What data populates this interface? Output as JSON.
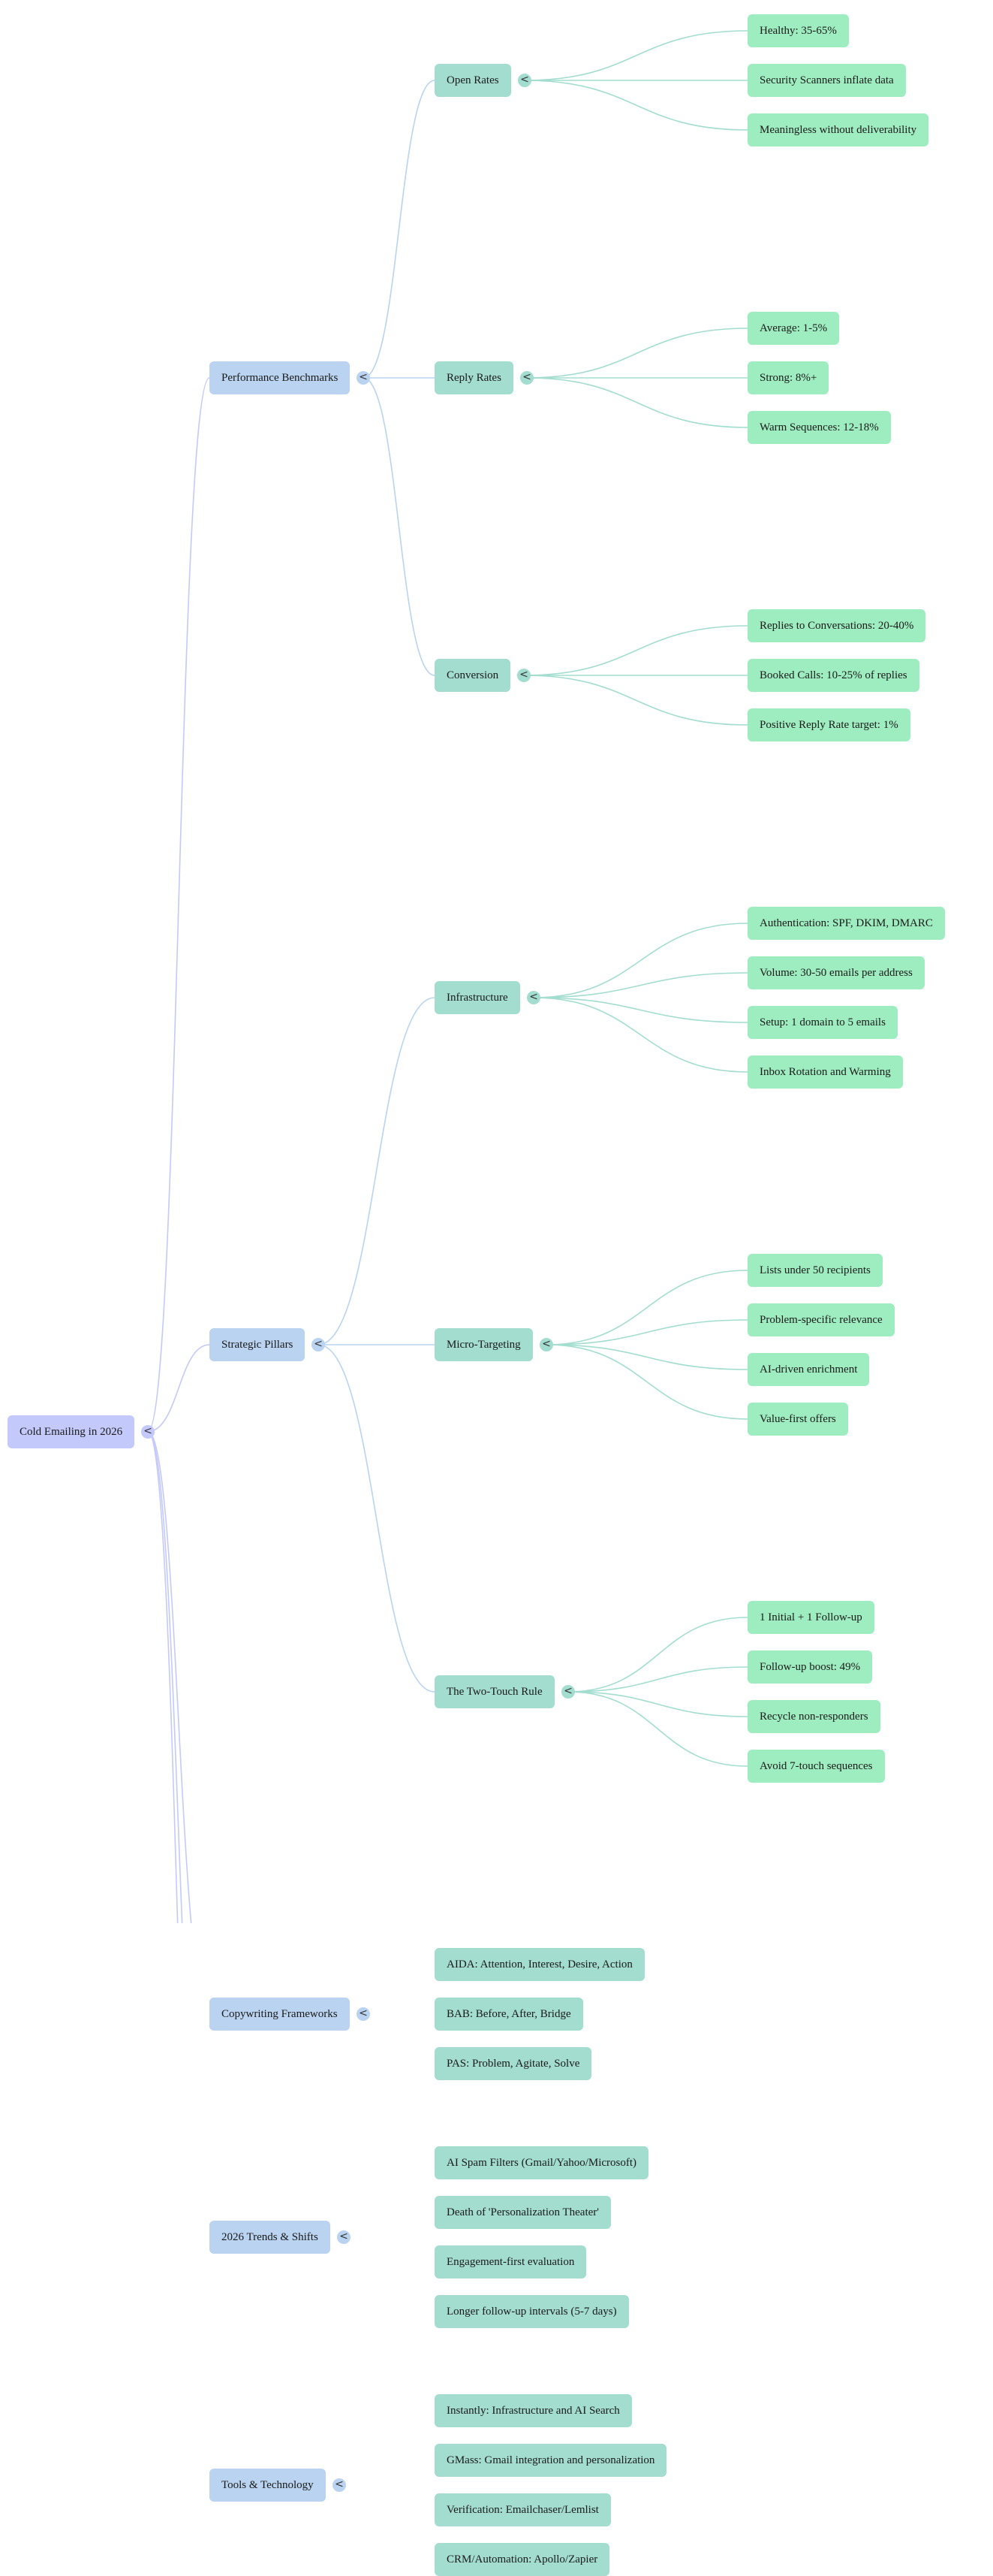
{
  "title": "Cold Emailing in 2026",
  "toggle_glyph": "<",
  "colors": {
    "root": "#c3c9fb",
    "level1": "#b9d3f0",
    "level2": "#a3ddd0",
    "leaf": "#9eedc0",
    "edge_root": "#c3c9fb",
    "edge_level1": "#b9d3f0",
    "edge_level2": "#a3ddd0"
  },
  "branches": [
    {
      "label": "Performance Benchmarks",
      "children": [
        {
          "label": "Open Rates",
          "children": [
            "Healthy: 35-65%",
            "Security Scanners inflate data",
            "Meaningless without deliverability"
          ]
        },
        {
          "label": "Reply Rates",
          "children": [
            "Average: 1-5%",
            "Strong: 8%+",
            "Warm Sequences: 12-18%"
          ]
        },
        {
          "label": "Conversion",
          "children": [
            "Replies to Conversations: 20-40%",
            "Booked Calls: 10-25% of replies",
            "Positive Reply Rate target: 1%"
          ]
        }
      ]
    },
    {
      "label": "Strategic Pillars",
      "children": [
        {
          "label": "Infrastructure",
          "children": [
            "Authentication: SPF, DKIM, DMARC",
            "Volume: 30-50 emails per address",
            "Setup: 1 domain to 5 emails",
            "Inbox Rotation and Warming"
          ]
        },
        {
          "label": "Micro-Targeting",
          "children": [
            "Lists under 50 recipients",
            "Problem-specific relevance",
            "AI-driven enrichment",
            "Value-first offers"
          ]
        },
        {
          "label": "The Two-Touch Rule",
          "children": [
            "1 Initial + 1 Follow-up",
            "Follow-up boost: 49%",
            "Recycle non-responders",
            "Avoid 7-touch sequences"
          ]
        }
      ]
    },
    {
      "label": "Copywriting Frameworks",
      "children": [
        {
          "label": "AIDA: Attention, Interest, Desire, Action"
        },
        {
          "label": "BAB: Before, After, Bridge"
        },
        {
          "label": "PAS: Problem, Agitate, Solve"
        }
      ]
    },
    {
      "label": "2026 Trends & Shifts",
      "children": [
        {
          "label": "AI Spam Filters (Gmail/Yahoo/Microsoft)"
        },
        {
          "label": "Death of 'Personalization Theater'"
        },
        {
          "label": "Engagement-first evaluation"
        },
        {
          "label": "Longer follow-up intervals (5-7 days)"
        }
      ]
    },
    {
      "label": "Tools & Technology",
      "children": [
        {
          "label": "Instantly: Infrastructure and AI Search"
        },
        {
          "label": "GMass: Gmail integration and personalization"
        },
        {
          "label": "Verification: Emailchaser/Lemlist"
        },
        {
          "label": "CRM/Automation: Apollo/Zapier"
        }
      ]
    }
  ]
}
